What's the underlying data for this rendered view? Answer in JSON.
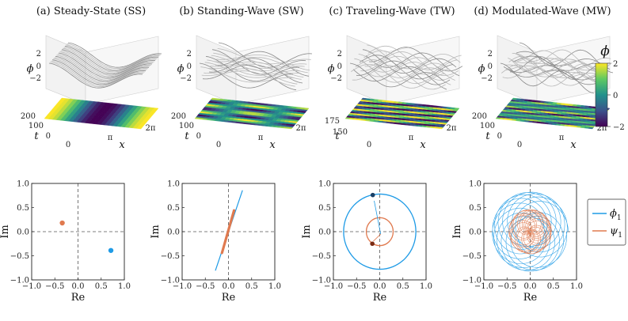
{
  "colors": {
    "phi": "#1f9be6",
    "psi": "#e07a4f",
    "phi_dark": "#1a3f66",
    "psi_dark": "#7a2a12",
    "viridis": [
      "#440154",
      "#3b528b",
      "#21918c",
      "#5ec962",
      "#fde725"
    ]
  },
  "panels": [
    {
      "id": "ss",
      "title": "(a) Steady-State (SS)",
      "surface_mode": "steady",
      "map_mode": "steady",
      "t_ticks": [
        "200",
        "100",
        "0"
      ]
    },
    {
      "id": "sw",
      "title": "(b) Standing-Wave (SW)",
      "surface_mode": "standing",
      "map_mode": "standing",
      "t_ticks": [
        "200",
        "100",
        "0"
      ]
    },
    {
      "id": "tw",
      "title": "(c) Traveling-Wave (TW)",
      "surface_mode": "traveling",
      "map_mode": "traveling",
      "t_ticks": [
        "175",
        "150"
      ]
    },
    {
      "id": "mw",
      "title": "(d) Modulated-Wave (MW)",
      "surface_mode": "modulated",
      "map_mode": "modulated",
      "t_ticks": [
        "200",
        "100",
        "0"
      ]
    }
  ],
  "surface_axes": {
    "z_label": "ϕ",
    "z_ticks": [
      "2",
      "0",
      "−2"
    ],
    "t_label": "t",
    "x_label": "x",
    "x_ticks": [
      "0",
      "π",
      "2π"
    ]
  },
  "colorbar": {
    "label": "ϕ",
    "ticks": [
      "2",
      "0",
      "−2"
    ],
    "range": [
      -2,
      2
    ]
  },
  "chart_data": [
    {
      "type": "scatter",
      "panel": "ss",
      "xlabel": "Re",
      "ylabel": "Im",
      "xlim": [
        -1.0,
        1.0
      ],
      "ylim": [
        -1.0,
        1.0
      ],
      "x_ticks": [
        "−1.0",
        "−0.5",
        "0.0",
        "0.5",
        "1.0"
      ],
      "y_ticks": [
        "1.0",
        "0.5",
        "0.0",
        "−0.5",
        "−1.0"
      ],
      "series": [
        {
          "name": "ϕ1",
          "color": "#1f9be6",
          "points": [
            [
              0.71,
              -0.39
            ]
          ]
        },
        {
          "name": "ψ1",
          "color": "#e07a4f",
          "points": [
            [
              -0.34,
              0.18
            ]
          ]
        }
      ]
    },
    {
      "type": "line",
      "panel": "sw",
      "xlabel": "Re",
      "ylabel": "Im",
      "xlim": [
        -1.0,
        1.0
      ],
      "ylim": [
        -1.0,
        1.0
      ],
      "x_ticks": [
        "−1.0",
        "−0.5",
        "0.0",
        "0.5",
        "1.0"
      ],
      "y_ticks": [
        "1.0",
        "0.5",
        "0.0",
        "−0.5",
        "−1.0"
      ],
      "series": [
        {
          "name": "ϕ1",
          "color": "#1f9be6",
          "segment": [
            [
              -0.28,
              -0.8
            ],
            [
              0.3,
              0.85
            ]
          ]
        },
        {
          "name": "ψ1",
          "color": "#e07a4f",
          "segment": [
            [
              -0.14,
              -0.44
            ],
            [
              0.12,
              0.44
            ]
          ]
        }
      ]
    },
    {
      "type": "line",
      "panel": "tw",
      "xlabel": "Re",
      "ylabel": "Im",
      "xlim": [
        -1.0,
        1.0
      ],
      "ylim": [
        -1.0,
        1.0
      ],
      "x_ticks": [
        "−1.0",
        "−0.5",
        "0.0",
        "0.5",
        "1.0"
      ],
      "y_ticks": [
        "1.0",
        "0.5",
        "0.0",
        "−0.5",
        "−1.0"
      ],
      "series": [
        {
          "name": "ϕ1",
          "color": "#1f9be6",
          "circle": {
            "cx": 0.0,
            "cy": 0.0,
            "r": 0.78
          },
          "marker": [
            -0.15,
            0.76
          ]
        },
        {
          "name": "ψ1",
          "color": "#e07a4f",
          "circle": {
            "cx": 0.0,
            "cy": 0.0,
            "r": 0.29
          },
          "marker": [
            -0.16,
            -0.25
          ]
        }
      ]
    },
    {
      "type": "line",
      "panel": "mw",
      "xlabel": "Re",
      "ylabel": "Im",
      "xlim": [
        -1.0,
        1.0
      ],
      "ylim": [
        -1.0,
        1.0
      ],
      "x_ticks": [
        "−1.0",
        "−0.5",
        "0.0",
        "0.5",
        "1.0"
      ],
      "y_ticks": [
        "1.0",
        "0.5",
        "0.0",
        "−0.5",
        "−1.0"
      ],
      "series": [
        {
          "name": "ϕ1",
          "color": "#1f9be6",
          "radius_range": [
            0.3,
            0.82
          ]
        },
        {
          "name": "ψ1",
          "color": "#e07a4f",
          "radius_range": [
            0.02,
            0.46
          ]
        }
      ]
    }
  ],
  "legend": {
    "items": [
      {
        "name": "ϕ",
        "sub": "1",
        "color": "#1f9be6"
      },
      {
        "name": "ψ",
        "sub": "1",
        "color": "#e07a4f"
      }
    ]
  }
}
